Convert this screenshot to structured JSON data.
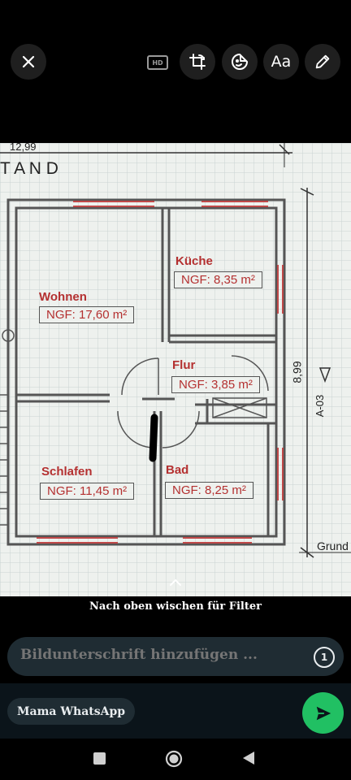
{
  "toolbar": {
    "close_icon": "close-icon",
    "hd_label": "HD",
    "tools": [
      "crop-rotate-icon",
      "sticker-icon",
      "text-icon",
      "pencil-icon"
    ],
    "text_tool_label": "Aa"
  },
  "image": {
    "dimension_top": "12,99",
    "heading": "T A N D",
    "dimension_right": "8,99",
    "axis_label": "A-03",
    "grund_label": "Grund",
    "rooms": [
      {
        "name": "Küche",
        "area": "NGF: 8,35 m²"
      },
      {
        "name": "Wohnen",
        "area": "NGF: 17,60 m²"
      },
      {
        "name": "Flur",
        "area": "NGF: 3,85 m²"
      },
      {
        "name": "Schlafen",
        "area": "NGF: 11,45 m²"
      },
      {
        "name": "Bad",
        "area": "NGF: 8,25 m²"
      }
    ]
  },
  "filter_hint": "Nach oben wischen für Filter",
  "caption": {
    "placeholder": "Bildunterschrift hinzufügen ...",
    "view_once_label": "1"
  },
  "recipient": "Mama WhatsApp",
  "send_icon": "send-icon",
  "navbar": [
    "recents-icon",
    "home-icon",
    "back-icon"
  ]
}
